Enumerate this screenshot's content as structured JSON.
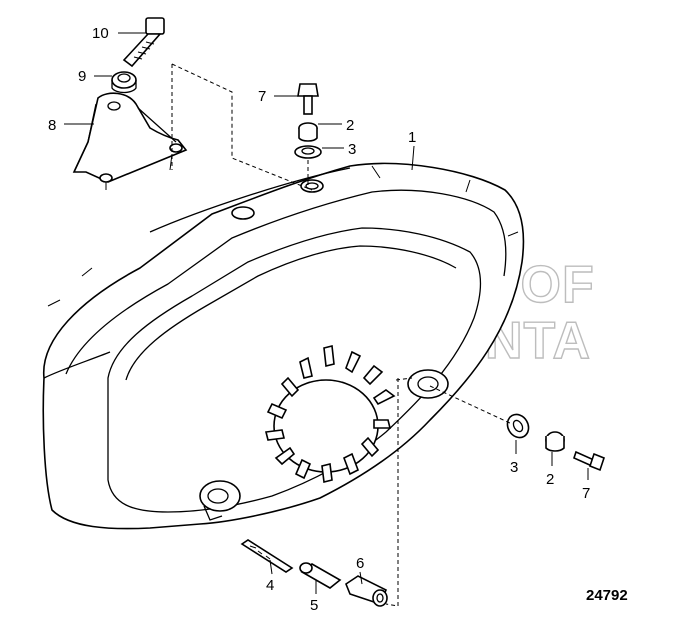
{
  "diagram": {
    "figure_number": "24792",
    "watermark": [
      "PROPERTY OF",
      "VOLVO PENTA"
    ],
    "callouts": [
      {
        "id": "c1",
        "label": "1"
      },
      {
        "id": "c2a",
        "label": "2"
      },
      {
        "id": "c3a",
        "label": "3"
      },
      {
        "id": "c7a",
        "label": "7"
      },
      {
        "id": "c8",
        "label": "8"
      },
      {
        "id": "c9",
        "label": "9"
      },
      {
        "id": "c10",
        "label": "10"
      },
      {
        "id": "c3b",
        "label": "3"
      },
      {
        "id": "c2b",
        "label": "2"
      },
      {
        "id": "c7b",
        "label": "7"
      },
      {
        "id": "c4",
        "label": "4"
      },
      {
        "id": "c5",
        "label": "5"
      },
      {
        "id": "c6",
        "label": "6"
      }
    ]
  }
}
